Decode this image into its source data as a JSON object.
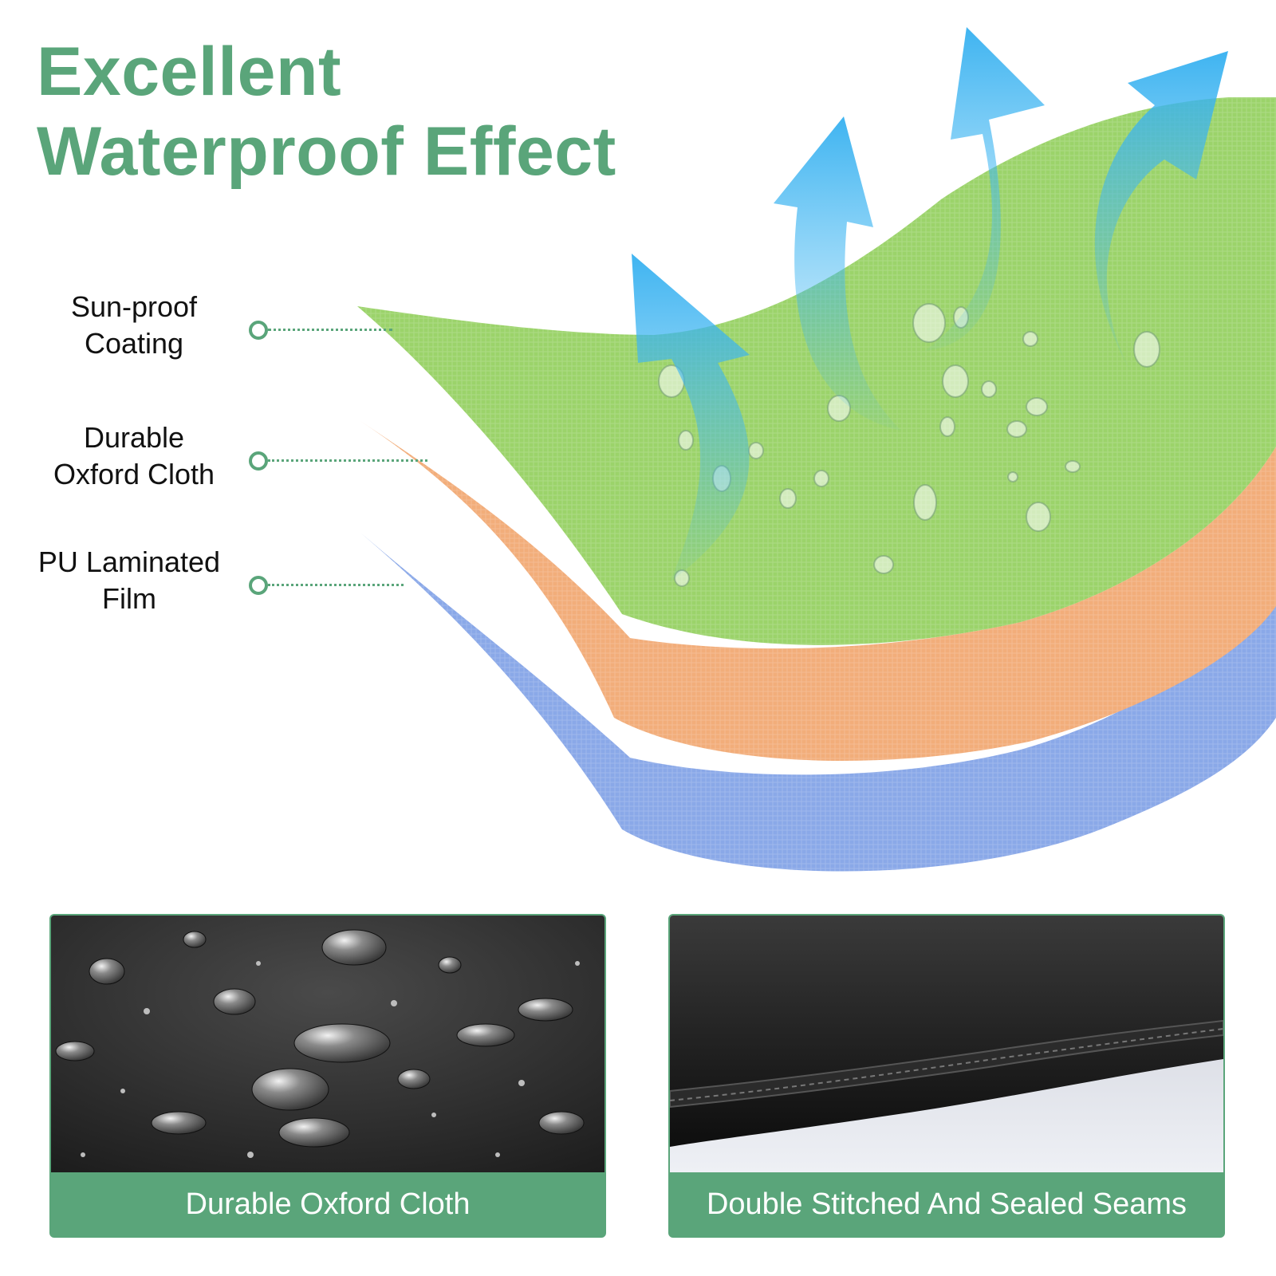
{
  "title": {
    "line1": "Excellent",
    "line2": "Waterproof Effect"
  },
  "layers": [
    {
      "line1": "Sun-proof",
      "line2": "Coating",
      "color": "#9bd36a"
    },
    {
      "line1": "Durable",
      "line2": "Oxford Cloth",
      "color": "#f2ad7a"
    },
    {
      "line1": "PU Laminated",
      "line2": "Film",
      "color": "#8aa8e8"
    }
  ],
  "cards": [
    {
      "caption": "Durable Oxford Cloth",
      "photo": "water-droplets-on-black-fabric"
    },
    {
      "caption": "Double Stitched And Sealed Seams",
      "photo": "stitched-seam-on-black-fabric"
    }
  ],
  "colors": {
    "accent": "#5aa57a",
    "arrow": "#3fb6f2"
  },
  "icons": [
    "breathable-arrow-icon",
    "water-drop-icon",
    "marker-dot-icon"
  ]
}
